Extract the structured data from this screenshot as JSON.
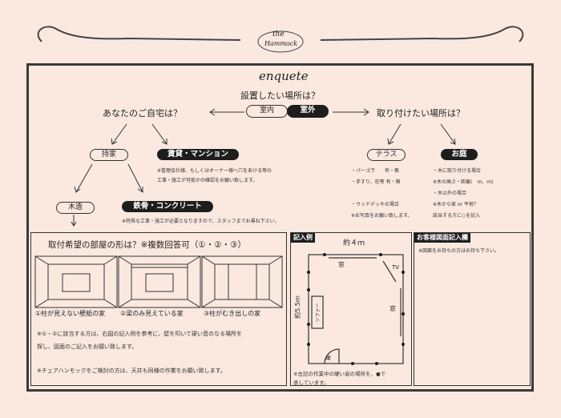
{
  "logo": {
    "line1": "the",
    "line2": "Hammock"
  },
  "heading": "enquete",
  "q_location": "設置したい場所は？",
  "opt_indoor": "室内",
  "opt_outdoor": "室外",
  "q_home": "あなたのご自宅は？",
  "q_attach": "取り付けたい場所は？",
  "home": {
    "house": "持家",
    "rental": "賃貸・マンション",
    "rental_note1": "※管理会社様、もしくはオーナー様へ穴をあける等の",
    "rental_note2": "工事・施工が可能かの確認をお願い致します。",
    "wood": "木造",
    "steel": "鉄骨・コンクリート",
    "steel_note": "※特殊な工事・施工が必要となりますので、スタッフまでお尋ね下さい。"
  },
  "terrace": {
    "label": "テラス",
    "items": [
      "・パーゴラ　　有・無",
      "・手すり、柱等 有・無",
      "・ウッドデッキの場合"
    ],
    "note": "※お写真をお願い致します。"
  },
  "garden": {
    "label": "お庭",
    "items": [
      "・木に取り付ける場合",
      "※木の高さ・距離(　m、m)",
      "・木以外の場合",
      "※木から家 or 平地？"
    ],
    "note": "該当する方に○を記入"
  },
  "room": {
    "title": "取付希望の部屋の形は？※複数回答可（①・②・③）",
    "captions": [
      "①柱が見えない壁紙の家",
      "②梁のみ見えている家",
      "③柱がむき出しの家"
    ],
    "note1": "※①・②に該当する方は、右図の記入例を参考に、壁を叩いて硬い音のなる場所を",
    "note2": "探し、図面のご記入をお願い致します。",
    "note3": "※チェアハンモックをご検討の方は、天井も同様の作業をお願い致します。"
  },
  "example": {
    "label": "記入例",
    "width": "約４ｍ",
    "height": "約5.5ｍ",
    "window": "窓",
    "tv": "TV",
    "sofa": "ソファー",
    "door": "扉",
    "note1": "※左記の作業中の硬い音の場所を、●で",
    "note2": "表しています。"
  },
  "customer": {
    "label": "お客様図面記入欄",
    "note": "※図面をお持ちの方はお持ち下さい。"
  },
  "colors": {
    "background": "#fbe9df",
    "ink": "#1d1d1d"
  }
}
